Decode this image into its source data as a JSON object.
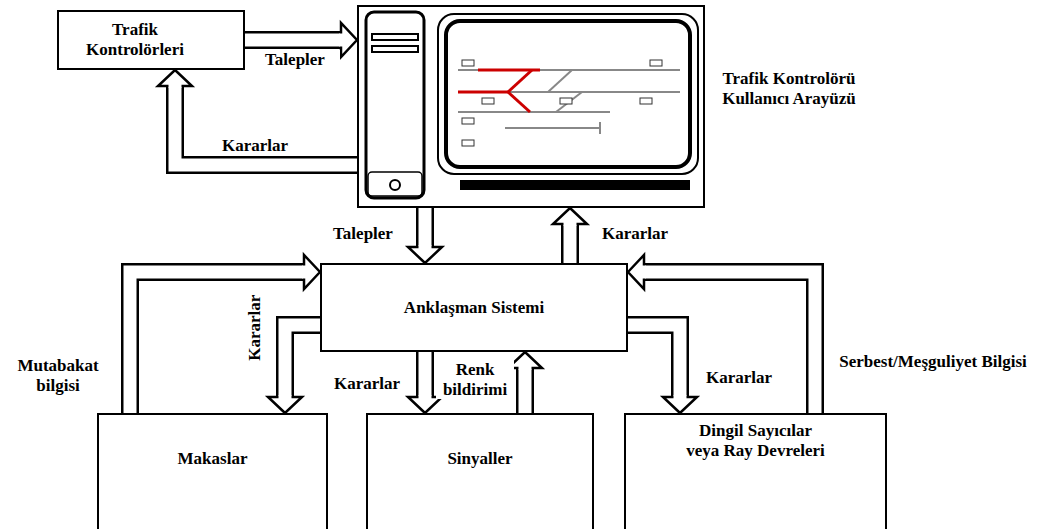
{
  "diagram": {
    "nodes": [
      {
        "text": [
          "Trafik Kontrolörleri"
        ]
      },
      {
        "text": [
          "Trafik Kontrolörü Kullanıcı Arayüzü"
        ]
      },
      {
        "text": [
          "Anklaşman Sistemi"
        ]
      },
      {
        "text": [
          "Makaslar"
        ]
      },
      {
        "text": [
          "Sinyaller"
        ]
      },
      {
        "text": [
          "Dingil Sayıcılar veya Ray Devreleri"
        ]
      }
    ],
    "edges": [
      {
        "from": 0,
        "to": 1,
        "label": "Talepler",
        "arrow": "to"
      },
      {
        "from": 1,
        "to": 0,
        "label": "Kararlar",
        "arrow": "to"
      },
      {
        "from": 1,
        "to": 2,
        "label": "Talepler",
        "arrow": "to"
      },
      {
        "from": 2,
        "to": 1,
        "label": "Kararlar",
        "arrow": "to"
      },
      {
        "from": 2,
        "to": 3,
        "label": "Kararlar",
        "arrow": "to"
      },
      {
        "from": 3,
        "to": 2,
        "label": "Mutabakat bilgisi",
        "arrow": "to"
      },
      {
        "from": 2,
        "to": 4,
        "label": "Kararlar",
        "arrow": "to"
      },
      {
        "from": 4,
        "to": 2,
        "label": "Renk bildirimi",
        "arrow": "to"
      },
      {
        "from": 2,
        "to": 5,
        "label": "Kararlar",
        "arrow": "to"
      },
      {
        "from": 5,
        "to": 2,
        "label": "Serbest/Meşguliyet Bilgisi",
        "arrow": "to"
      }
    ]
  }
}
